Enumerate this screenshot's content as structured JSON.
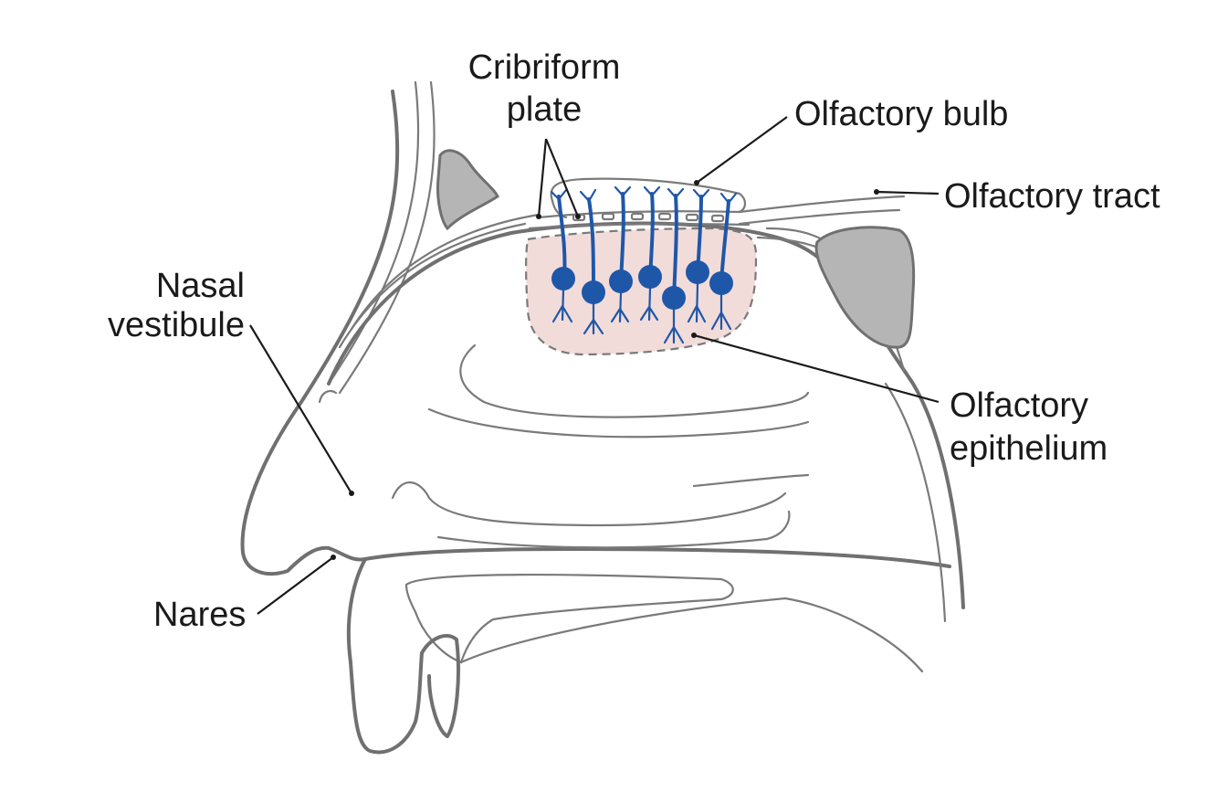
{
  "colors": {
    "outline": "#707070",
    "neuron": "#1f57a8",
    "epithelium_fill": "#f2dcda",
    "sinus_fill": "#b5b5b5",
    "label_text": "#1a1a1a"
  },
  "labels": {
    "cribriform_line1": "Cribriform",
    "cribriform_line2": "plate",
    "olfactory_bulb": "Olfactory bulb",
    "olfactory_tract": "Olfactory tract",
    "nasal_line1": "Nasal",
    "nasal_line2": "vestibule",
    "olfactory_epithelium_line1": "Olfactory",
    "olfactory_epithelium_line2": "epithelium",
    "nares": "Nares"
  }
}
